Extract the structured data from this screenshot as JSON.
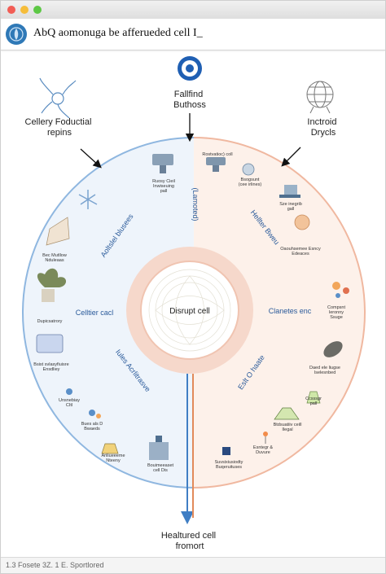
{
  "window": {
    "title": "AbQ aomonuga be afferueded cell I_"
  },
  "diagram": {
    "top_label": "Fallfind\nButhoss",
    "left_label": "Cellery Foductial\nrepins",
    "right_label": "Inctroid\nDrycls",
    "center_label": "Disrupt cell",
    "bottom_label": "Healtured cell\nfromort",
    "vertical_label": "(Lamoted)",
    "sectors": {
      "upper_left": "Aoltslel blusees",
      "upper_right": "Hellter Bweu",
      "left": "Celltier cacl",
      "right": "Clanetes enc",
      "lower_left": "Iules Acrlitrasve",
      "lower_right": "Eslt O haate"
    },
    "items": {
      "top_center": "Ruosy Cieil\nInwiseuing\npall",
      "top_right": "Rostvatioc) coll",
      "upper_right_1": "Bsogsunt\n(cee irlines)",
      "upper_right_2": "Sze inegrib\ngall",
      "right_1": "Oaouhsemee Esncy\nEdeaces",
      "right_2": "Compsnt\nleronny\nSsuge",
      "right_3": "Daed ele liugse\nIselesnbed",
      "lower_right_1": "Ccsssgr\npall",
      "lower_right_2": "Btdsuatiiv ceill\nIlegal",
      "lower_right_3": "Esntegr &\nDuvure",
      "bottom_right": "Suvsixiusiodty\nBuqeruituses",
      "bottom_center": "Bouimeeaset\ncell Dis",
      "bottom_left_1": "Ariliueeeme\nNteeny",
      "bottom_left_2": "Bues als D\nBwaeds",
      "left_1": "Unsnebiay\nCItl",
      "left_2": "Bsist svlasyfiuisre\nEnsdliey",
      "left_3": "Dupicsatrory",
      "left_4": "Bec Mutllow\nNduleaas"
    }
  },
  "status": {
    "text": "1.3 Fosete 3Z. 1 E. Sportlored"
  },
  "colors": {
    "left_arc": "#8fb7e0",
    "right_arc": "#f0b8a0",
    "left_fill": "#eaf2fb",
    "right_fill": "#fdf0ea",
    "core_ring": "#f3cdbd",
    "blue_line": "#3f7ec4",
    "orange_line": "#e28a5a"
  },
  "icons": [
    "app-globe-icon",
    "eye-target-icon",
    "neuron-icon",
    "globe-lattice-icon",
    "protein-icon",
    "microscope-icon",
    "dna-icon",
    "brain-icon",
    "leaf-icon",
    "beaker-icon",
    "lab-device-icon",
    "tree-icon",
    "flask-icon",
    "molecule-icon"
  ]
}
